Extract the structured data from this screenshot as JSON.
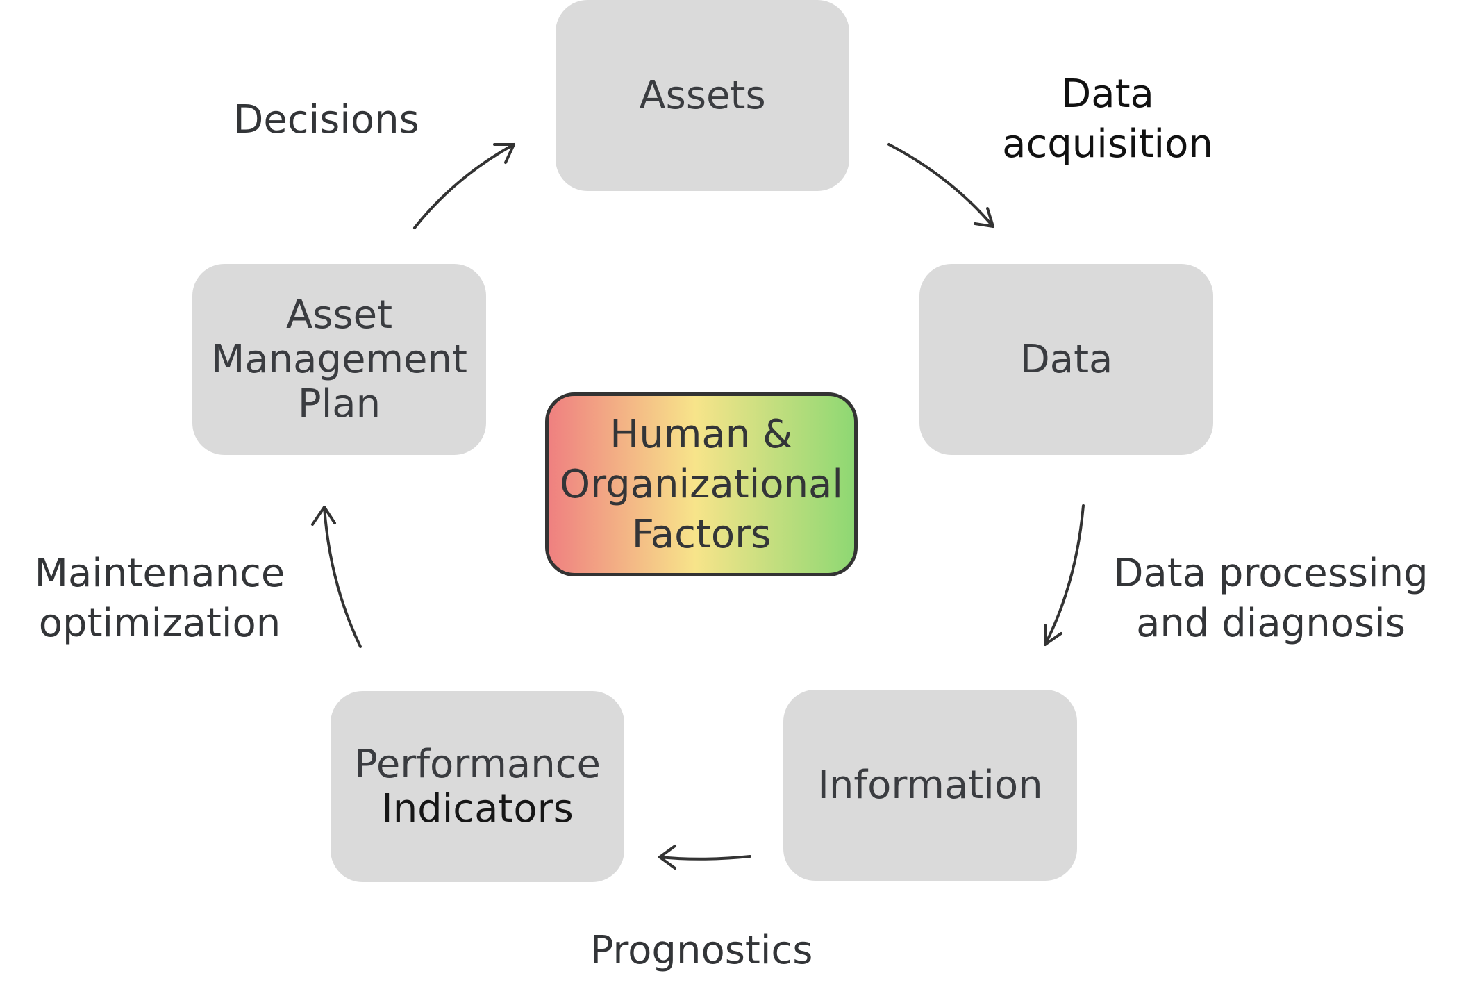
{
  "nodes": {
    "assets": {
      "lines": [
        "Assets"
      ]
    },
    "data": {
      "lines": [
        "Data"
      ]
    },
    "information": {
      "lines": [
        "Information"
      ]
    },
    "performance_indicators": {
      "lines": [
        "Performance",
        "Indicators"
      ]
    },
    "asset_management_plan": {
      "lines": [
        "Asset",
        "Management",
        "Plan"
      ]
    }
  },
  "center": {
    "lines": [
      "Human &",
      "Organizational",
      "Factors"
    ],
    "gradient_colors": [
      "#ef8080",
      "#f7e48a",
      "#8ed873"
    ]
  },
  "edges": {
    "decisions": {
      "lines": [
        "Decisions"
      ]
    },
    "data_acquisition": {
      "lines": [
        "Data",
        "acquisition"
      ]
    },
    "data_processing": {
      "lines": [
        "Data processing",
        "and diagnosis"
      ]
    },
    "prognostics": {
      "lines": [
        "Prognostics"
      ]
    },
    "maintenance_optimization": {
      "lines": [
        "Maintenance",
        "optimization"
      ]
    }
  },
  "colors": {
    "node_fill": "#dadada",
    "text": "#333538",
    "arrow": "#333333"
  }
}
